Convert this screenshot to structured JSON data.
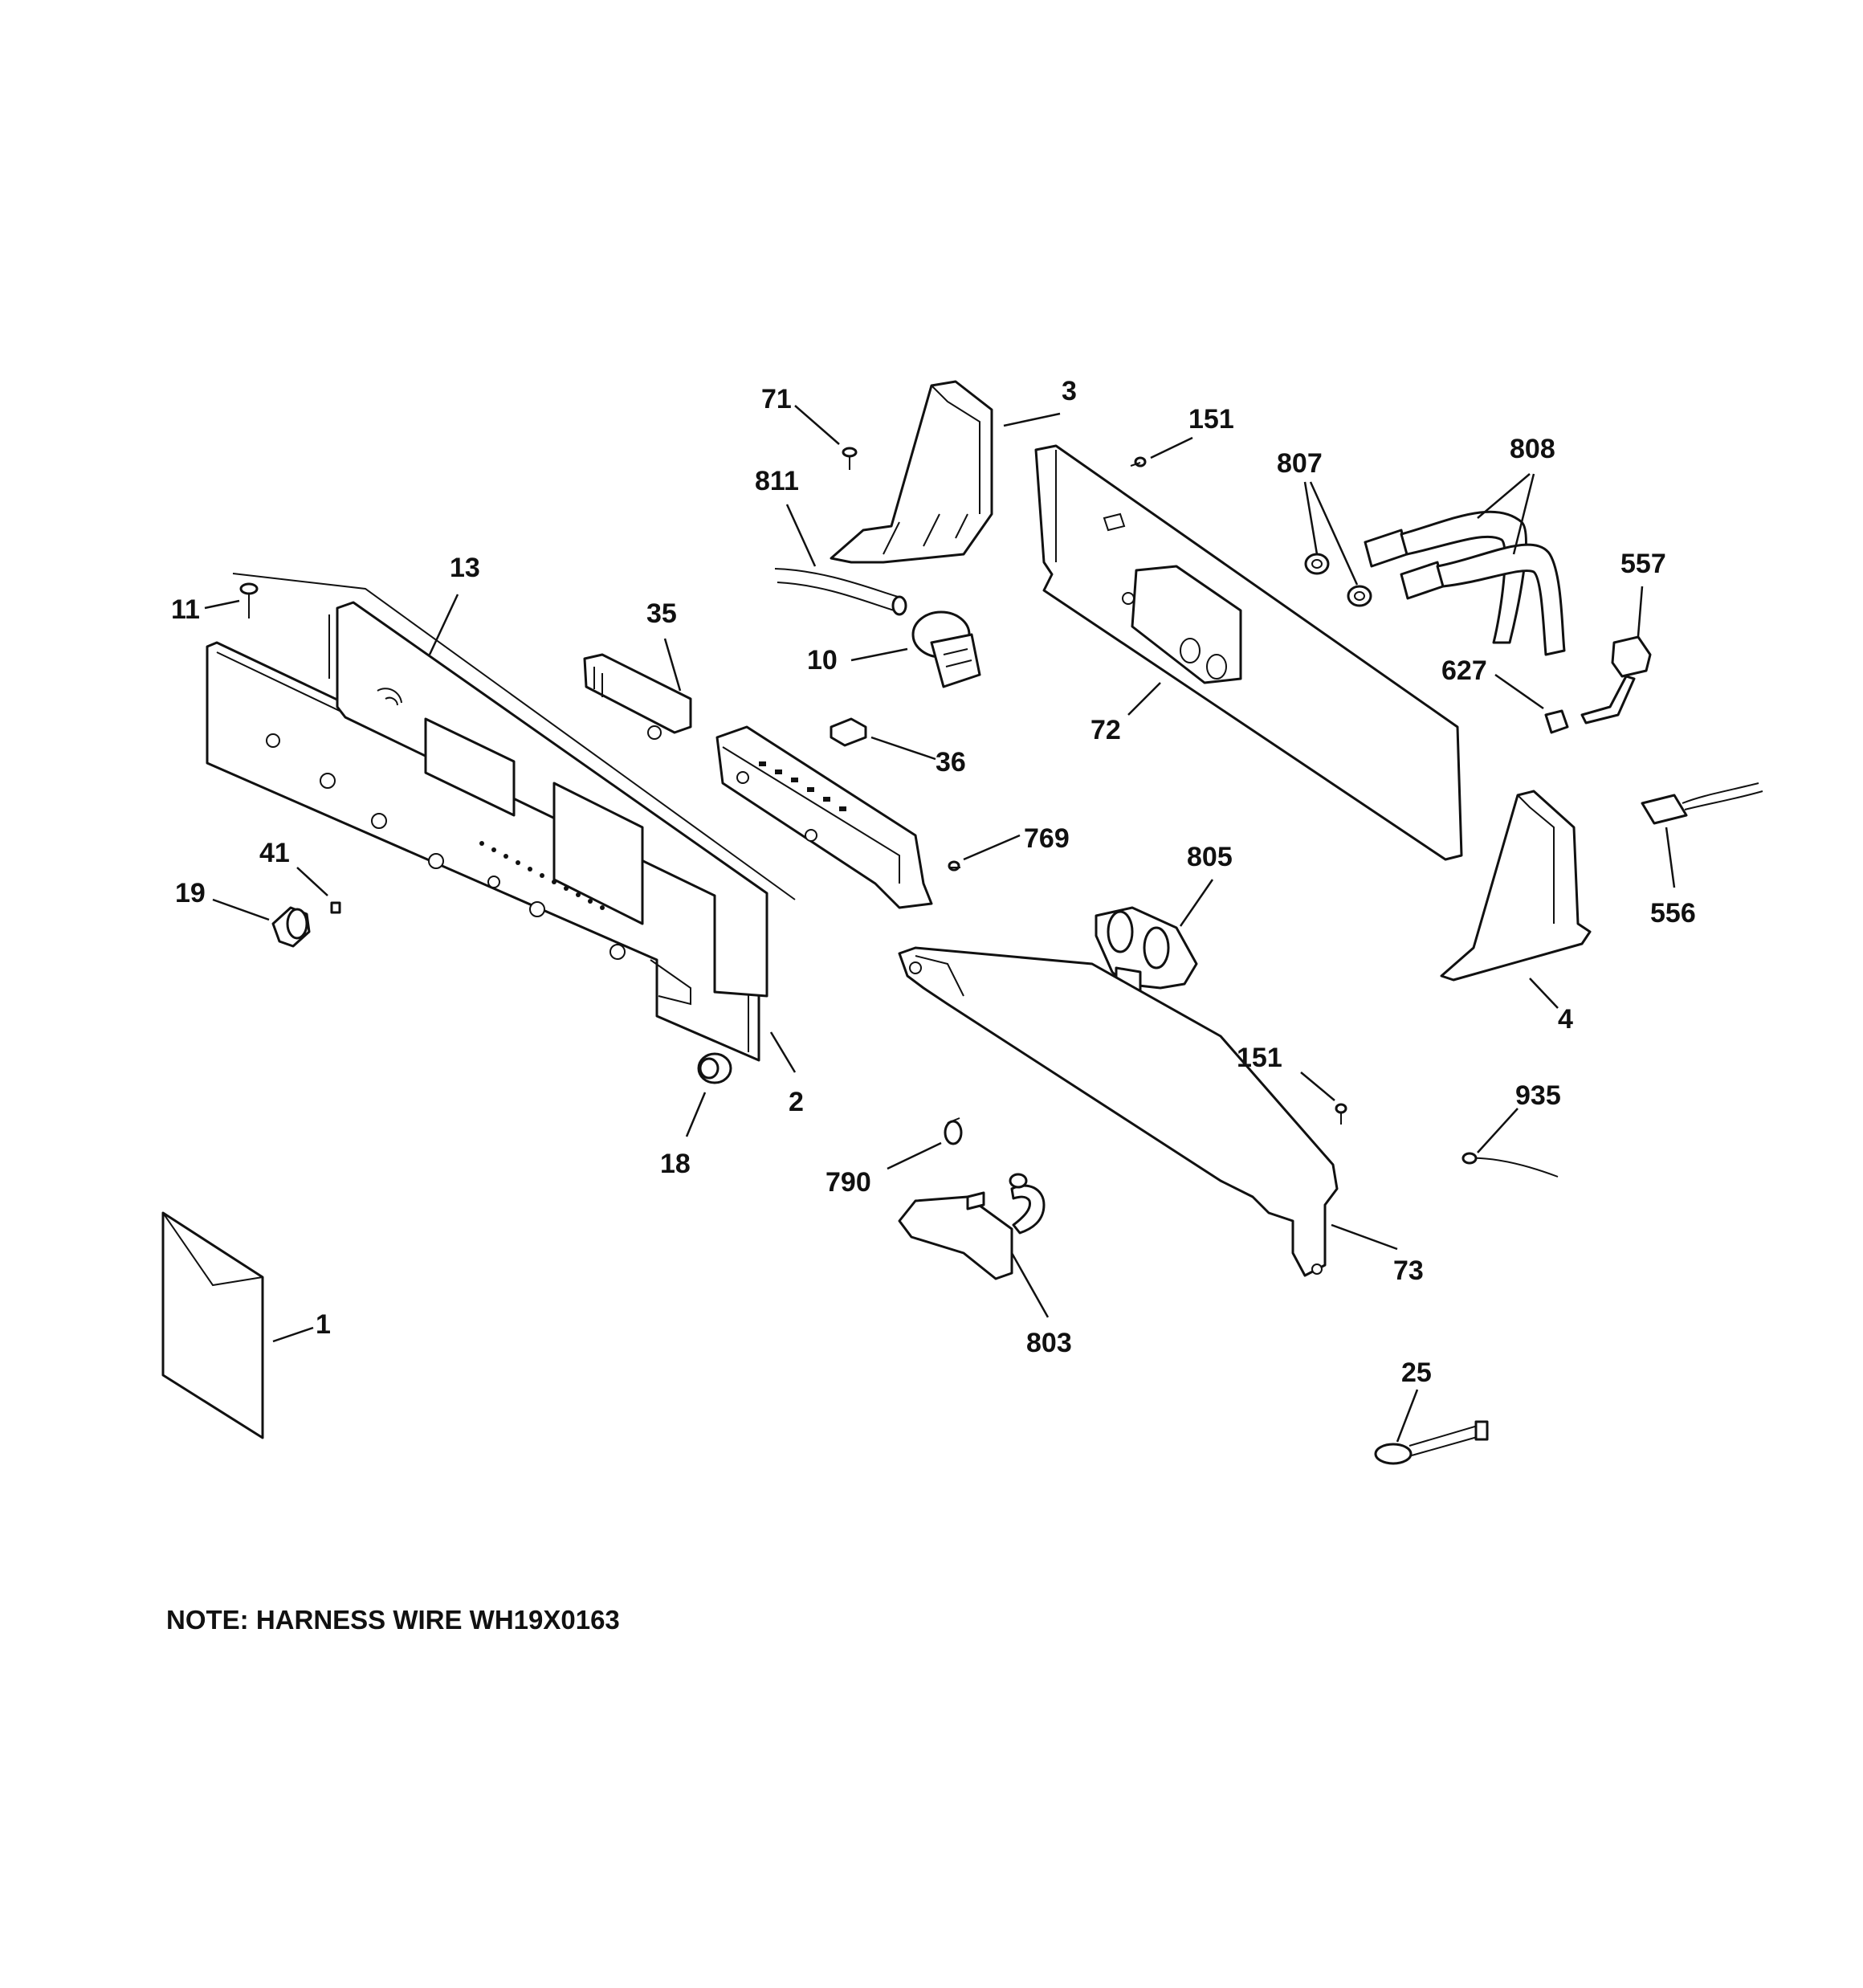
{
  "callouts": {
    "c71": "71",
    "c3": "3",
    "c151a": "151",
    "c807": "807",
    "c808": "808",
    "c811": "811",
    "c13": "13",
    "c11": "11",
    "c35": "35",
    "c10": "10",
    "c557": "557",
    "c627": "627",
    "c72": "72",
    "c36": "36",
    "c769": "769",
    "c805": "805",
    "c41": "41",
    "c19": "19",
    "c556": "556",
    "c4": "4",
    "c151b": "151",
    "c935": "935",
    "c2": "2",
    "c18": "18",
    "c790": "790",
    "c73": "73",
    "c803": "803",
    "c1": "1",
    "c25": "25"
  },
  "note": "NOTE: HARNESS WIRE WH19X0163"
}
